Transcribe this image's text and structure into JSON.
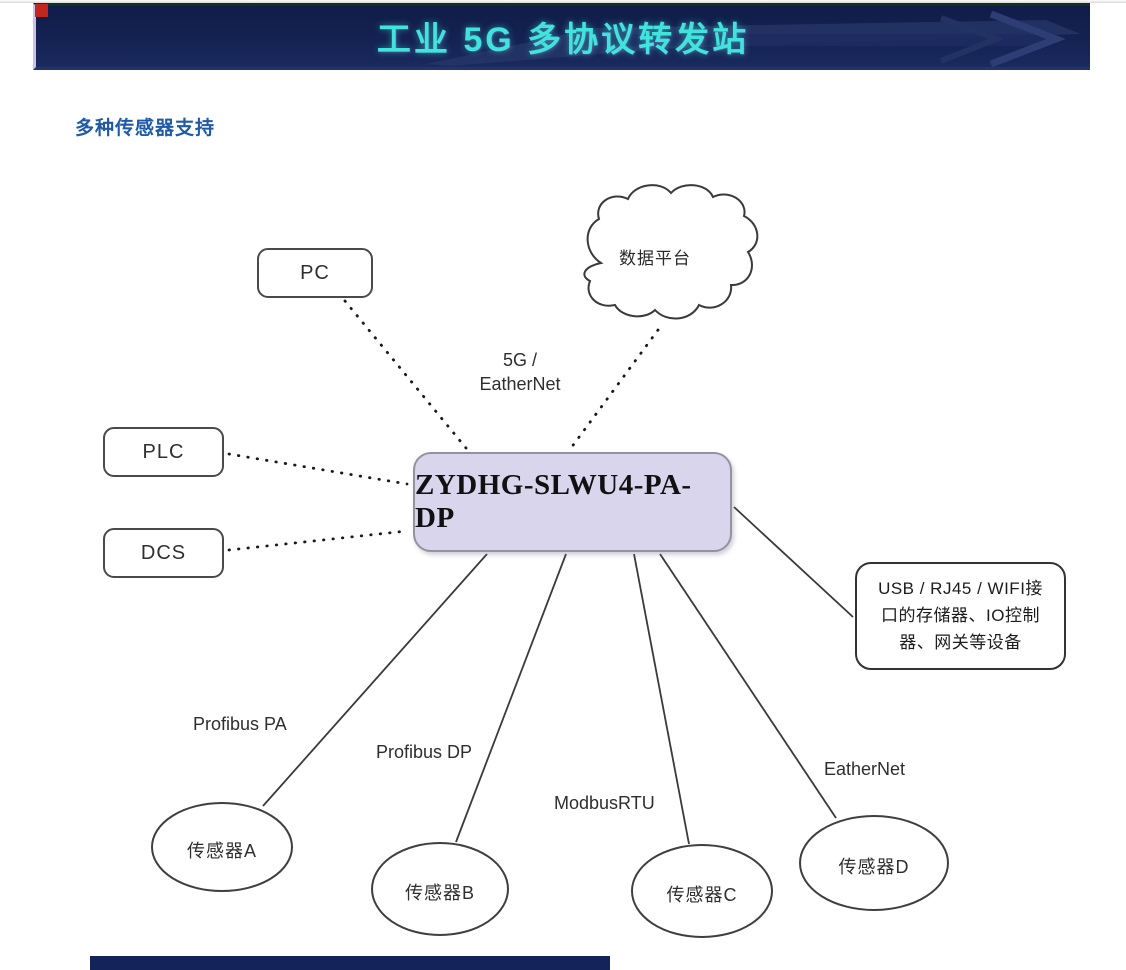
{
  "header": {
    "title": "工业 5G 多协议转发站"
  },
  "section_title": "多种传感器支持",
  "nodes": {
    "pc": {
      "label": "PC"
    },
    "plc": {
      "label": "PLC"
    },
    "dcs": {
      "label": "DCS"
    },
    "cloud": {
      "label": "数据平台"
    },
    "gateway": {
      "label": "ZYDHG-SLWU4-PA-DP"
    },
    "devices": {
      "line1": "USB / RJ45 / WIFI接",
      "line2": "口的存储器、IO控制",
      "line3": "器、网关等设备"
    },
    "sensor_a": {
      "label": "传感器A"
    },
    "sensor_b": {
      "label": "传感器B"
    },
    "sensor_c": {
      "label": "传感器C"
    },
    "sensor_d": {
      "label": "传感器D"
    }
  },
  "edge_labels": {
    "uplink_line1": "5G /",
    "uplink_line2": "EatherNet",
    "sensor_a": "Profibus PA",
    "sensor_b": "Profibus DP",
    "sensor_c": "ModbusRTU",
    "sensor_d": "EatherNet"
  },
  "colors": {
    "banner_bg": "#142253",
    "banner_title": "#3fe4dc",
    "section_title": "#1e5aa8",
    "gateway_fill": "#d8d5ec",
    "gateway_border": "#95929f",
    "node_border": "#4a4a4a",
    "line": "#3a3a3a",
    "corner_square": "#c3251f",
    "footer_bar": "#15235b"
  }
}
